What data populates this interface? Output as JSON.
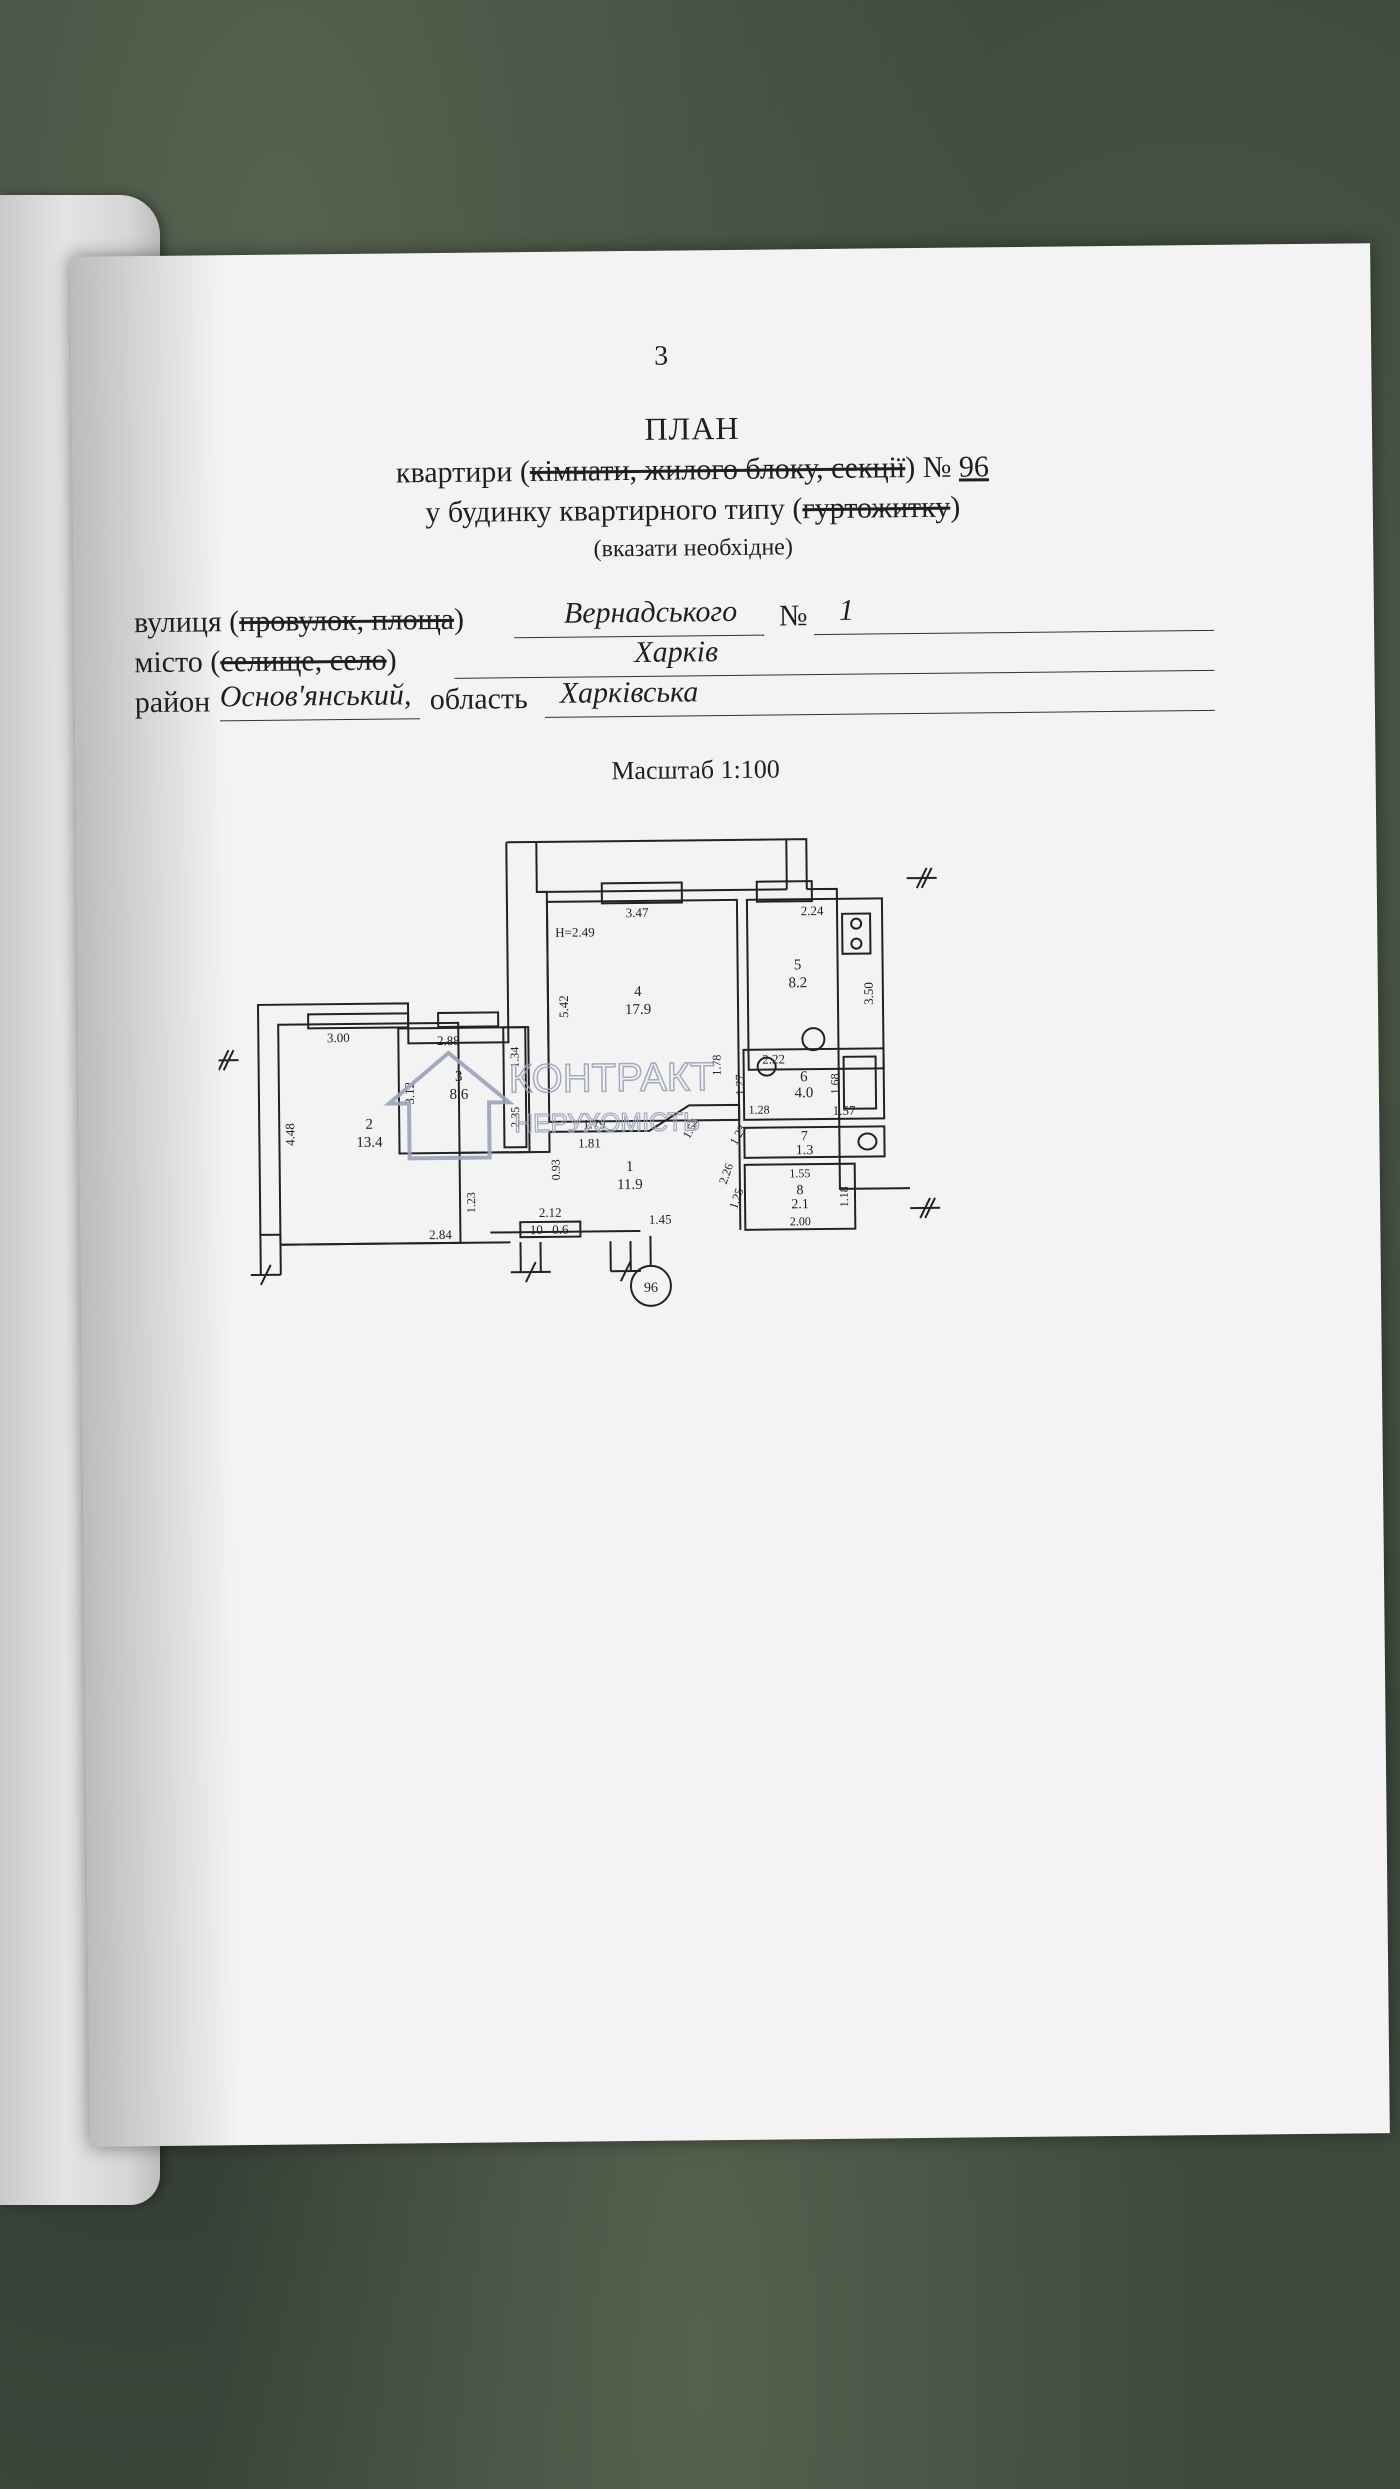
{
  "page_number": "3",
  "title": "ПЛАН",
  "line1": {
    "prefix": "квартири (",
    "struck": "кімнати, жилого блоку, секції",
    "suffix": ") №",
    "number": "96"
  },
  "line2": {
    "prefix": "у будинку квартирного типу (",
    "struck": "гуртожитку",
    "suffix": ")"
  },
  "line3": "(вказати необхідне)",
  "street": {
    "label_prefix": "вулиця (",
    "label_struck": "провулок, площа",
    "label_suffix": ")",
    "value": "Вернадського",
    "num_label": "№",
    "num_value": "1"
  },
  "city": {
    "label_prefix": "місто (",
    "label_struck": "селище, село",
    "label_suffix": ")",
    "value": "Харків"
  },
  "district": {
    "label": "район",
    "value": "Основ'янський,",
    "oblast_label": "область",
    "oblast_value": "Харківська"
  },
  "scale": "Масштаб 1:100",
  "watermark": {
    "line1": "КОНТРАКТ",
    "line2": "НЕРУХОМІСТЬ",
    "color": "#9aa3b8"
  },
  "plan": {
    "rooms": [
      {
        "num": "1",
        "area": "11.9"
      },
      {
        "num": "2",
        "area": "13.4"
      },
      {
        "num": "3",
        "area": "8.6"
      },
      {
        "num": "4",
        "area": "17.9"
      },
      {
        "num": "5",
        "area": "8.2"
      },
      {
        "num": "6",
        "area": "4.0"
      },
      {
        "num": "7",
        "area": "1.3"
      },
      {
        "num": "8",
        "area": "2.1"
      },
      {
        "num": "10",
        "area": "0.6"
      }
    ],
    "dims": {
      "d347": "3.47",
      "d224": "2.24",
      "h249": "H=2.49",
      "d542": "5.42",
      "d350": "3.50",
      "d300": "3.00",
      "d288": "2.88",
      "d448": "4.48",
      "d312": "3.12",
      "d134": "1.34",
      "d235": "2.35",
      "d222": "2.22",
      "d168": "1.68",
      "d157": "1.57",
      "d128": "1.28",
      "d127": "1.27",
      "d178": "1.78",
      "d179": "1.79",
      "d181": "1.81",
      "d093": "0.93",
      "d154": "1.54",
      "d123": "1.23",
      "d226": "2.26",
      "d125": "1.25",
      "d155": "1.55",
      "d118": "1.18",
      "d200": "2.00",
      "d123b": "1.23",
      "d284": "2.84",
      "d212": "2.12",
      "d145": "1.45"
    },
    "entrance": "96"
  }
}
